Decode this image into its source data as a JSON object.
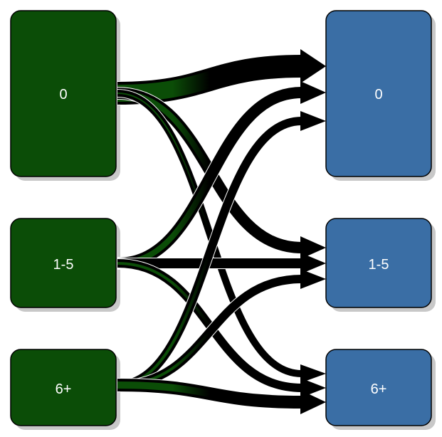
{
  "diagram": {
    "type": "transition-flow",
    "colors": {
      "source_fill": "#0b4d07",
      "target_fill": "#3a6ea5",
      "node_stroke": "#000000",
      "shadow": "#c8c8c8",
      "flow_start": "#0b4d07",
      "flow_end": "#000000"
    },
    "sources": [
      {
        "id": "s0",
        "label": "0"
      },
      {
        "id": "s1",
        "label": "1-5"
      },
      {
        "id": "s2",
        "label": "6+"
      }
    ],
    "targets": [
      {
        "id": "t0",
        "label": "0"
      },
      {
        "id": "t1",
        "label": "1-5"
      },
      {
        "id": "t2",
        "label": "6+"
      }
    ],
    "flows": [
      {
        "from": "s0",
        "to": "t0",
        "weight": 30
      },
      {
        "from": "s0",
        "to": "t1",
        "weight": 14
      },
      {
        "from": "s0",
        "to": "t2",
        "weight": 8
      },
      {
        "from": "s1",
        "to": "t0",
        "weight": 14
      },
      {
        "from": "s1",
        "to": "t1",
        "weight": 12
      },
      {
        "from": "s1",
        "to": "t2",
        "weight": 10
      },
      {
        "from": "s2",
        "to": "t0",
        "weight": 10
      },
      {
        "from": "s2",
        "to": "t1",
        "weight": 10
      },
      {
        "from": "s2",
        "to": "t2",
        "weight": 16
      }
    ]
  }
}
